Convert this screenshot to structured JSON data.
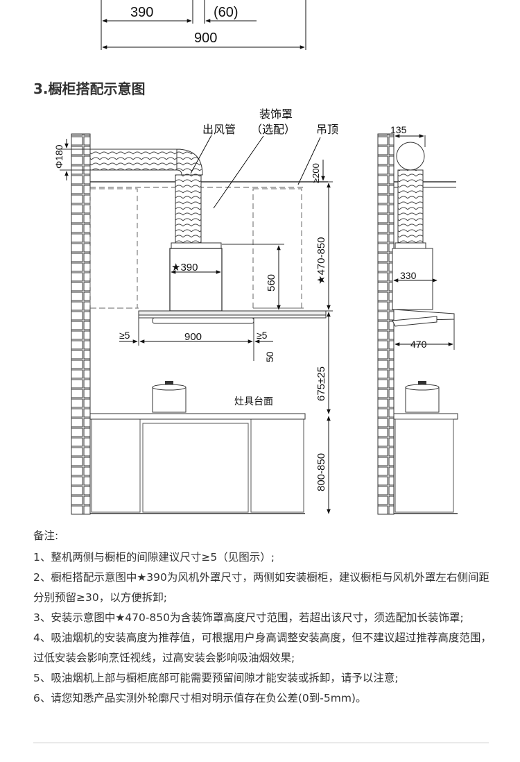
{
  "top_dims": {
    "d390": "390",
    "d60": "(60)",
    "d900": "900"
  },
  "section_title": "3.橱柜搭配示意图",
  "labels": {
    "cover": "装饰罩",
    "cover_opt": "（选配）",
    "duct": "出风管",
    "ceiling": "吊顶",
    "phi180": "Φ180",
    "ge200": "≥200",
    "range_470_850": "★470-850",
    "star390": "★390",
    "d560": "560",
    "ge5_left": "≥5",
    "d900": "900",
    "ge5_right": "≥5",
    "d50": "50",
    "d675": "675±25",
    "countertop": "灶具台面",
    "d800_850": "800-850",
    "side_135": "135",
    "side_330": "330",
    "side_470": "470"
  },
  "notes": {
    "heading": "备注:",
    "items": [
      "1、整机两侧与橱柜的间隙建议尺寸≥5（见图示）;",
      "2、橱柜搭配示意图中★390为风机外罩尺寸，两侧如安装橱柜，建议橱柜与风机外罩左右侧间距分别预留≥30，以方便拆卸;",
      "3、安装示意图中★470-850为含装饰罩高度尺寸范围，若超出该尺寸，须选配加长装饰罩;",
      "4、吸油烟机的安装高度为推荐值，可根据用户身高调整安装高度，但不建议超过推荐高度范围，过低安装会影响烹饪视线，过高安装会影响吸油烟效果;",
      "5、吸油烟机上部与橱柜底部可能需要预留间隙才能安装或拆卸，请予以注意;",
      "6、请您知悉产品实测外轮廓尺寸相对明示值存在负公差(0到-5mm)。"
    ]
  }
}
